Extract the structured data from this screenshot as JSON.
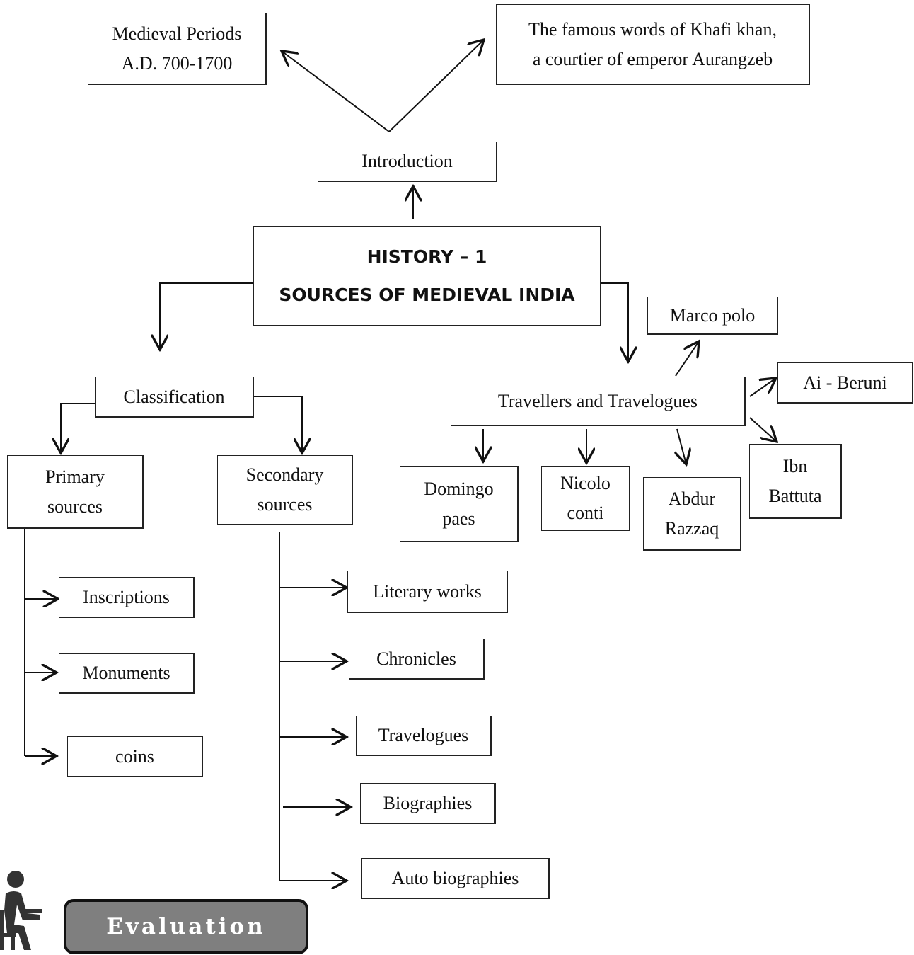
{
  "main": {
    "line1": "HISTORY – 1",
    "line2": "SOURCES OF MEDIEVAL INDIA"
  },
  "intro": {
    "label": "Introduction",
    "left": {
      "line1": "Medieval Periods",
      "line2": "A.D. 700-1700"
    },
    "right": {
      "line1": "The famous words of Khafi khan,",
      "line2": "a courtier of emperor Aurangzeb"
    }
  },
  "classification": {
    "label": "Classification",
    "primary": {
      "line1": "Primary",
      "line2": "sources",
      "items": [
        "Inscriptions",
        "Monuments",
        "coins"
      ]
    },
    "secondary": {
      "line1": "Secondary",
      "line2": "sources",
      "items": [
        "Literary works",
        "Chronicles",
        "Travelogues",
        "Biographies",
        "Auto biographies"
      ]
    }
  },
  "travellers": {
    "label": "Travellers and Travelogues",
    "marco": "Marco polo",
    "beruni": "Ai - Beruni",
    "ibn": {
      "line1": "Ibn",
      "line2": "Battuta"
    },
    "domingo": {
      "line1": "Domingo",
      "line2": "paes"
    },
    "nicolo": {
      "line1": "Nicolo",
      "line2": "conti"
    },
    "abdur": {
      "line1": "Abdur",
      "line2": "Razzaq"
    }
  },
  "evaluation": {
    "label": "Evaluation"
  },
  "icons": {
    "student": "student-writing-icon"
  },
  "colors": {
    "evaluation_bg": "#7f7f7f",
    "line": "#222222"
  }
}
